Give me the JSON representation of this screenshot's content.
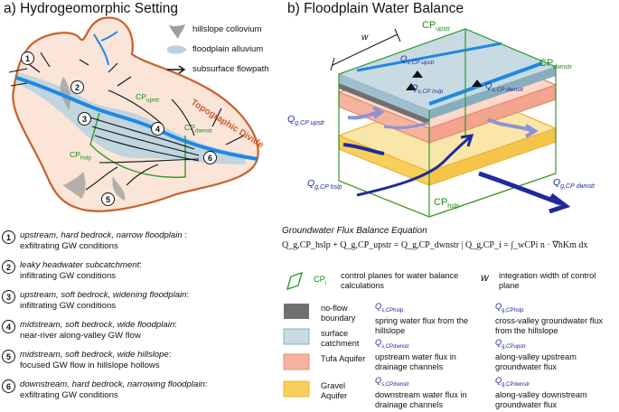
{
  "panel_a": {
    "title": "a) Hydrogeomorphic Setting",
    "legend": {
      "colluvium": "hillslope collovium",
      "alluvium": "floodplain alluvium",
      "flowpath": "subsurface flowpath"
    },
    "divide_label": "Topographic Divide",
    "cp_upstr_base": "CP",
    "cp_upstr_sub": "upstr",
    "cp_dwnstr_base": "CP",
    "cp_dwnstr_sub": "dwnstr",
    "cp_hslp_base": "CP",
    "cp_hslp_sub": "hslp",
    "map_numbers": [
      "1",
      "2",
      "3",
      "4",
      "5",
      "6"
    ],
    "sites": [
      {
        "num": "1",
        "title": "upstream, hard bedrock, narrow floodplain",
        "colon": " :",
        "desc": "exfiltrating GW conditions"
      },
      {
        "num": "2",
        "title": "leaky headwater subcatchment",
        "colon": ":",
        "desc": "infiltrating GW conditions"
      },
      {
        "num": "3",
        "title": "upstream, soft bedrock, widening floodplain",
        "colon": ":",
        "desc": "infiltrating GW conditions"
      },
      {
        "num": "4",
        "title": "midstream, soft bedrock, wide floodplain",
        "colon": ":",
        "desc": "near-river along-valley GW flow"
      },
      {
        "num": "5",
        "title": "midstream, soft bedrock, wide hillslope",
        "colon": ":",
        "desc": "focused GW flow in hillslope hollows"
      },
      {
        "num": "6",
        "title": "downstream, hard bedrock, narrowing floodplain",
        "colon": ":",
        "desc": "exfiltrating GW conditions"
      }
    ]
  },
  "panel_b": {
    "title": "b) Floodplain Water Balance",
    "w_label": "w",
    "cp_upstr_base": "CP",
    "cp_upstr_sub": "upstr",
    "cp_dwnstr_base": "CP",
    "cp_dwnstr_sub": "dwnstr",
    "cp_hslp_base": "CP",
    "cp_hslp_sub": "hslp",
    "qs_upstr": {
      "base": "Q",
      "sub": "s,CP",
      "subsub": "upstr"
    },
    "qs_hslp": {
      "base": "Q",
      "sub": "s,CP",
      "subsub": "hslp"
    },
    "qs_dwnstr": {
      "base": "Q",
      "sub": "s,CP",
      "subsub": "dwnstr"
    },
    "qg_upstr": {
      "base": "Q",
      "sub": "g,CP",
      "subsub": "upstr"
    },
    "qg_hslp": {
      "base": "Q",
      "sub": "g,CP",
      "subsub": "hslp"
    },
    "qg_dwnstr": {
      "base": "Q",
      "sub": "g,CP",
      "subsub": "dwnstr"
    },
    "equation_title": "Groundwater Flux Balance Equation",
    "equation": "Q_g,CP_hslp + Q_g,CP_upstr = Q_g,CP_dwnstr  |  Q_g,CP_i = ∫_wCPi n · ∇hKm dx",
    "legend": {
      "cp_i_label": "CP",
      "cp_i_sub": "i",
      "cp_i_desc": "control planes for water balance calculations",
      "w_symbol": "w",
      "w_desc": "integration width of control plane",
      "noflow": "no-flow boundary",
      "surface": "surface catchment",
      "tufa": "Tufa Aquifer",
      "gravel": "Gravel Aquifer",
      "qs_hslp_desc": "spring water flux from the hillslope",
      "qs_dwnstr_desc_1": "upstream water flux in drainage channels",
      "qs_dwnstr_desc_2": "downstream water flux in drainage channels",
      "qg_hslp_desc": "cross-valley groundwater flux from the hillslope",
      "qg_upstr_desc": "along-valley upstream groundwater flux",
      "qg_dwnstr_desc": "along-valley downstream groundwater flux"
    }
  },
  "colors": {
    "divide": "#c8612a",
    "catchment_fill": "#fbe4d8",
    "alluvium": "#b9d3de",
    "river": "#1e88e5",
    "colluvium": "#9e9e9e",
    "cp_green": "#2e9a2e",
    "tufa": "#f5b3a0",
    "gravel": "#f7cf5c",
    "noflow": "#707070",
    "flux_blue": "#1f2a9c"
  }
}
